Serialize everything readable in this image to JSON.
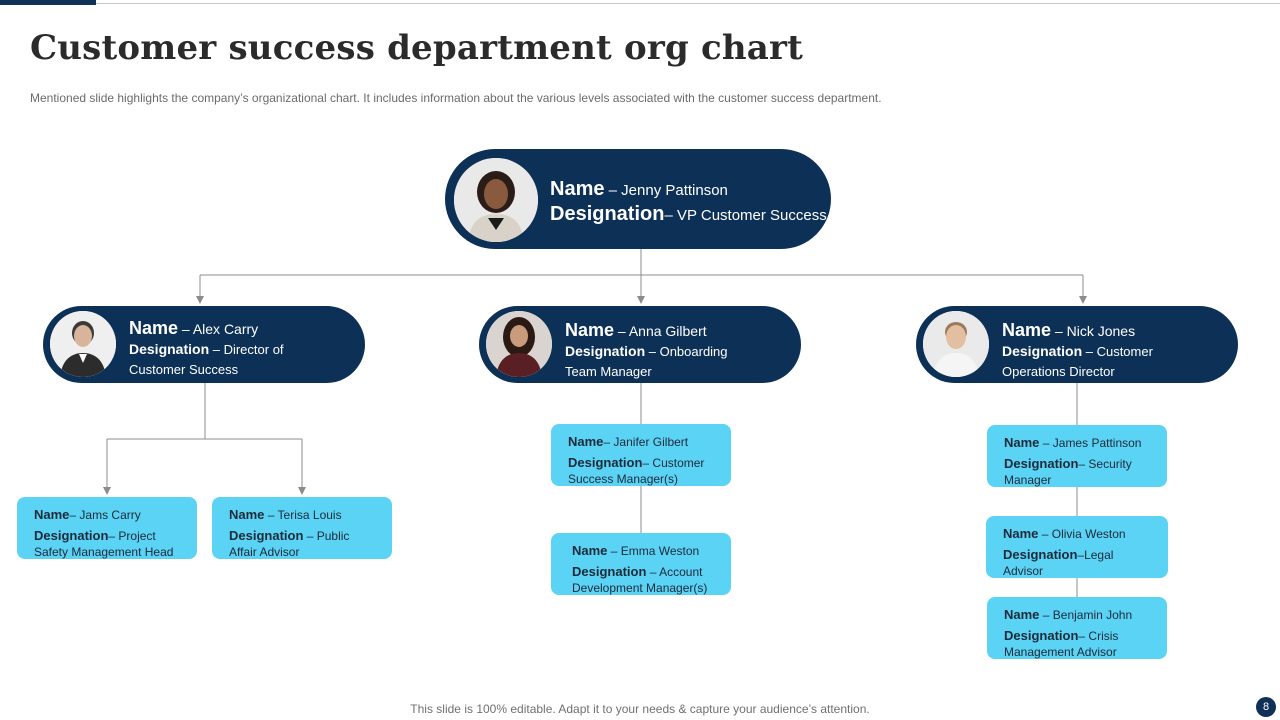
{
  "slide": {
    "title": "Customer success department org chart",
    "subtitle": "Mentioned slide highlights the company’s organizational chart. It includes information about the various levels associated with the customer success department.",
    "footer": "This slide is 100% editable. Adapt it to your needs & capture your audience’s attention.",
    "page_number": "8"
  },
  "labels": {
    "name": "Name",
    "designation": "Designation"
  },
  "top": {
    "name": " – Jenny  Pattinson",
    "designation": "– VP Customer Success"
  },
  "managers": [
    {
      "name": " – Alex  Carry",
      "designation": " – Director of Customer Success"
    },
    {
      "name": " – Anna Gilbert",
      "designation": " – Onboarding Team Manager"
    },
    {
      "name": " – Nick Jones",
      "designation": " – Customer Operations Director"
    }
  ],
  "team": {
    "alex": [
      {
        "name": "– Jams Carry",
        "designation": "– Project Safety Management Head",
        "name_label": "Name",
        "designation_label": "Designation"
      },
      {
        "name": " – Terisa Louis",
        "designation": "  – Public Affair Advisor",
        "name_label": "Name",
        "designation_label": "Designation"
      }
    ],
    "anna": [
      {
        "name": "– Janifer Gilbert",
        "designation": "– Customer Success Manager(s)",
        "name_label": "Name",
        "designation_label": "Designation"
      },
      {
        "name": " – Emma Weston",
        "designation": " – Account Development Manager(s)",
        "name_label": "Name",
        "designation_label": "Designation"
      }
    ],
    "nick": [
      {
        "name": " – James Pattinson",
        "designation": "– Security Manager",
        "name_label": "Name",
        "designation_label": "Designation"
      },
      {
        "name": " – Olivia Weston",
        "designation": "–Legal Advisor",
        "name_label": "Name",
        "designation_label": "Designation"
      },
      {
        "name": " – Benjamin John",
        "designation": "– Crisis Management Advisor",
        "name_label": "Name",
        "designation_label": "Designation"
      }
    ]
  },
  "colors": {
    "navy": "#0d3057",
    "cyan": "#5bd3f5",
    "connector": "#8c8c8c"
  }
}
